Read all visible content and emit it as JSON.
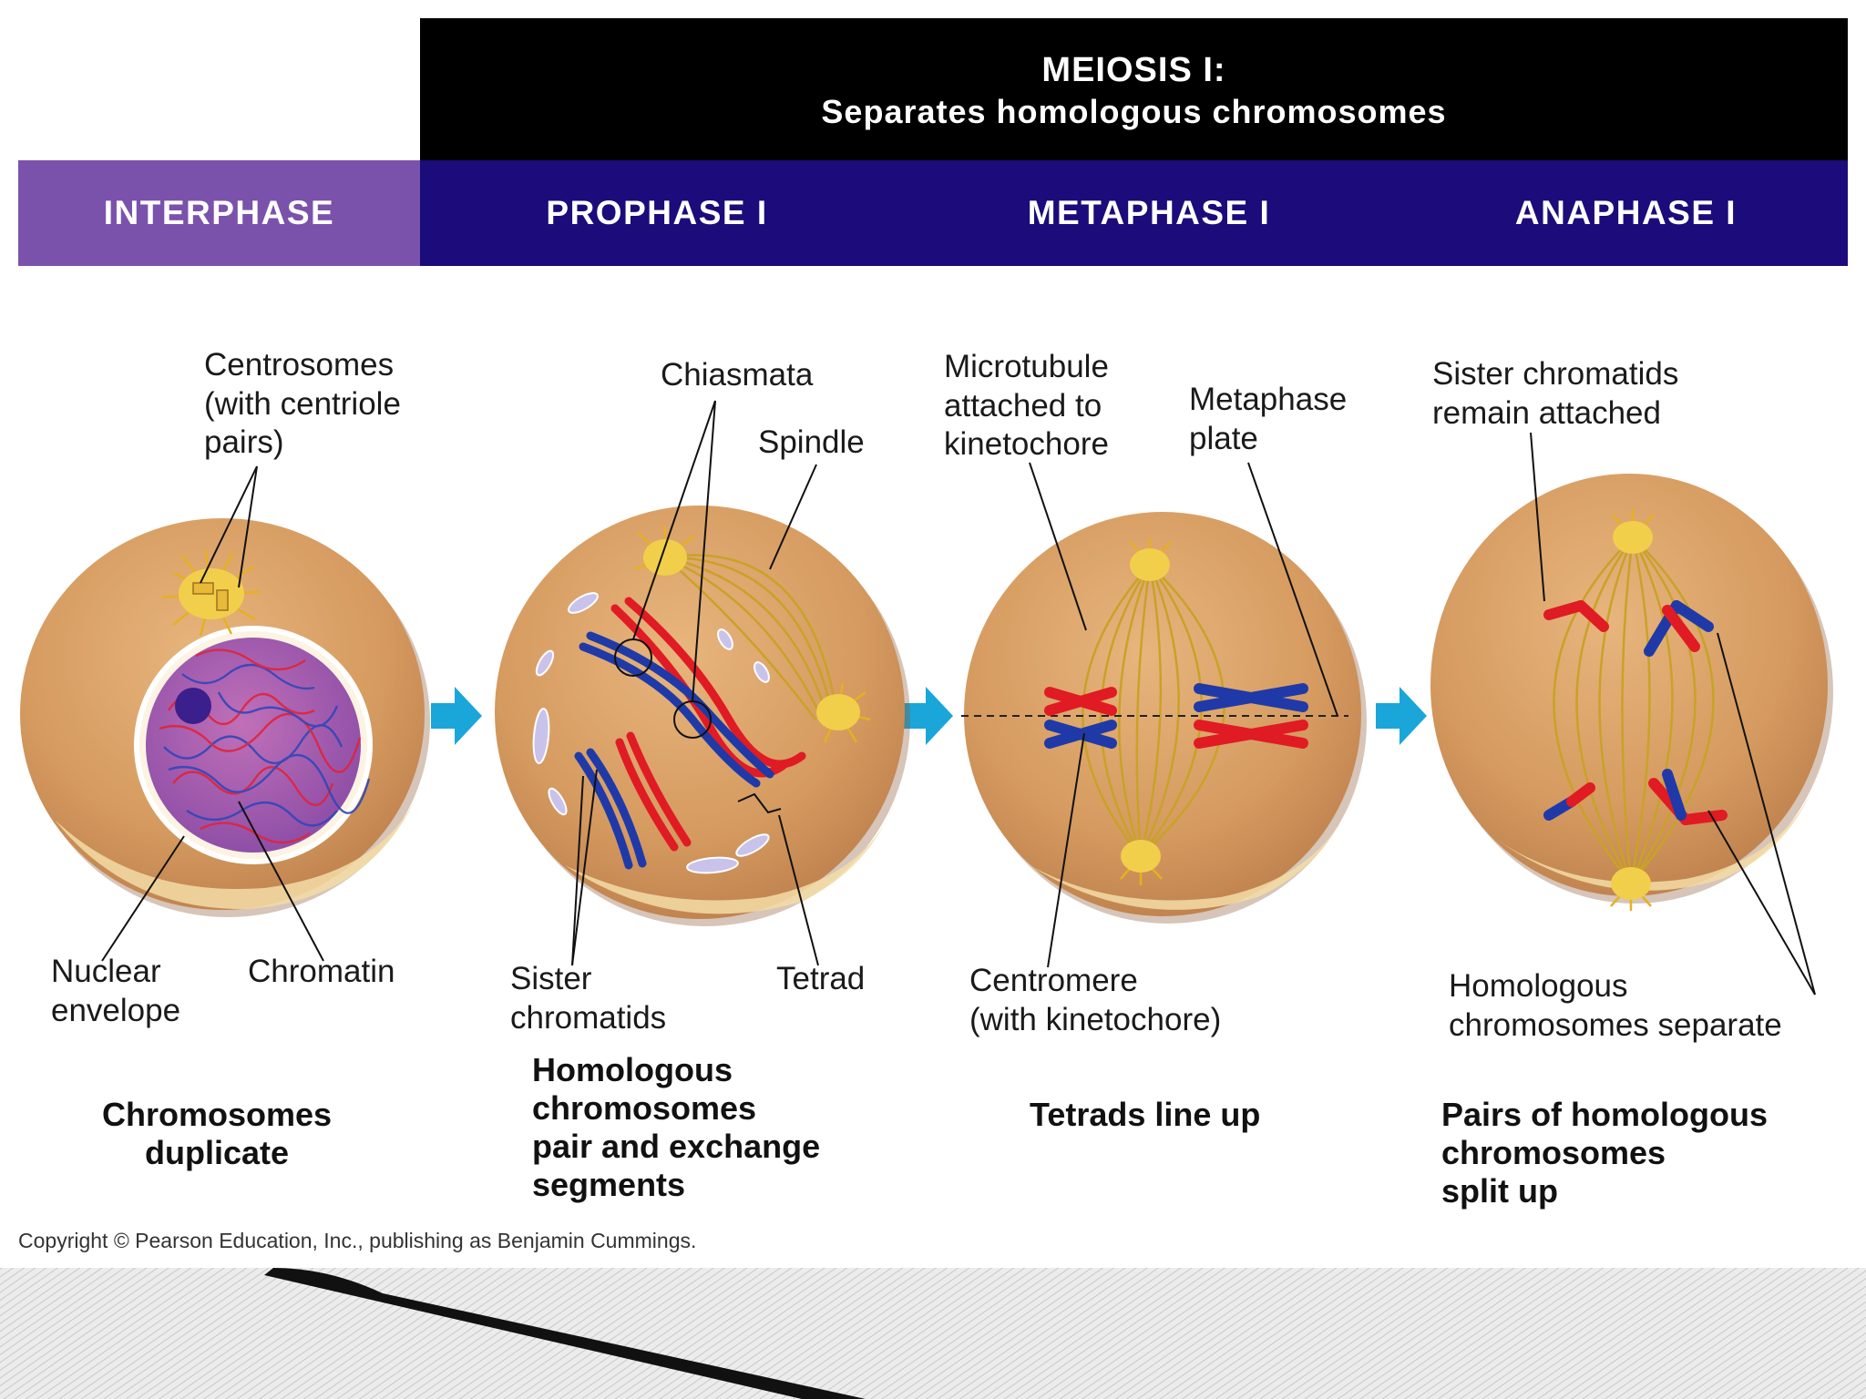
{
  "header": {
    "title": "MEIOSIS I:",
    "subtitle": "Separates homologous chromosomes"
  },
  "phases": [
    "INTERPHASE",
    "PROPHASE I",
    "METAPHASE I",
    "ANAPHASE I"
  ],
  "labels": {
    "centrosomes": "Centrosomes\n(with centriole\npairs)",
    "nuclear_envelope": "Nuclear\nenvelope",
    "chromatin": "Chromatin",
    "chiasmata": "Chiasmata",
    "spindle": "Spindle",
    "sister_chromatids": "Sister\nchromatids",
    "tetrad": "Tetrad",
    "microtubule": "Microtubule\nattached to\nkinetochore",
    "metaphase_plate": "Metaphase\nplate",
    "centromere": "Centromere\n(with kinetochore)",
    "sister_chromatids_attached": "Sister chromatids\nremain attached",
    "homologous_separate": "Homologous\nchromosomes separate"
  },
  "captions": {
    "interphase": "Chromosomes\nduplicate",
    "prophase": "Homologous\nchromosomes\npair and exchange\nsegments",
    "metaphase": "Tetrads line up",
    "anaphase": "Pairs of homologous\nchromosomes\nsplit up"
  },
  "copyright": "Copyright © Pearson Education, Inc., publishing as Benjamin Cummings.",
  "colors": {
    "header_black": "#000000",
    "interphase_purple": "#7b52ab",
    "meiosis_navy": "#1c0b7a",
    "cell_tan": "#d9a46a",
    "chromosome_red": "#e01b24",
    "chromosome_blue": "#1f3aa8",
    "spindle_gold": "#c9a227",
    "arrow_cyan": "#1aa6d9"
  }
}
